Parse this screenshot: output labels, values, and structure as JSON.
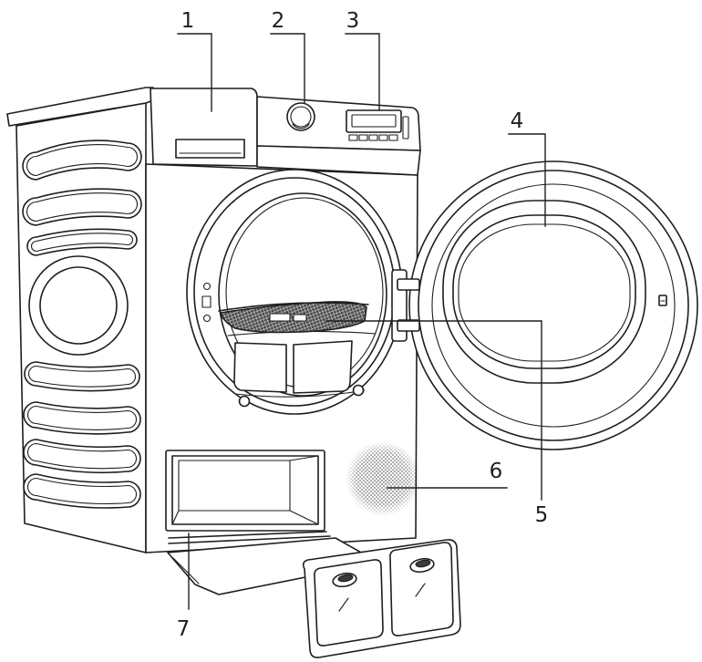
{
  "diagram": {
    "callouts": [
      {
        "label": "1"
      },
      {
        "label": "2"
      },
      {
        "label": "3"
      },
      {
        "label": "4"
      },
      {
        "label": "5"
      },
      {
        "label": "6"
      },
      {
        "label": "7"
      }
    ]
  },
  "colors": {
    "line": "#1e1e1e",
    "background": "#ffffff"
  }
}
